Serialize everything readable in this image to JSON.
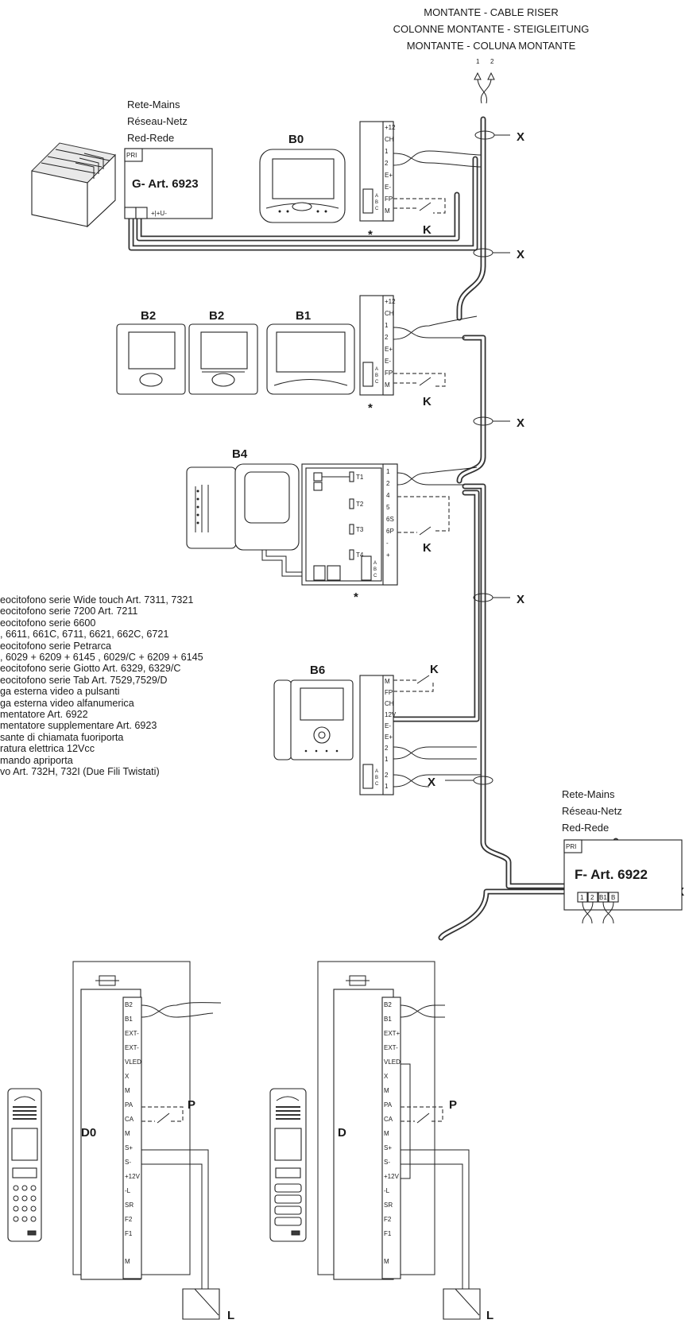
{
  "riser": {
    "title_lines": [
      "MONTANTE - CABLE RISER",
      "COLONNE MONTANTE - STEIGLEITUNG",
      "MONTANTE - COLUNA MONTANTE"
    ],
    "pins": [
      "1",
      "2"
    ]
  },
  "mains_top": [
    "Rete-Mains",
    "Réseau-Netz",
    "Red-Rede"
  ],
  "mains_bottom": [
    "Rete-Mains",
    "Réseau-Netz",
    "Red-Rede"
  ],
  "supply_g": {
    "label": "G- Art. 6923",
    "pri": "PRI",
    "terminals": "+|+U-"
  },
  "supply_f": {
    "label": "F- Art. 6922",
    "pri": "PRI",
    "terminals": [
      "1",
      "2",
      "B1",
      "B"
    ]
  },
  "devices": {
    "b0": "B0",
    "b1": "B1",
    "b2": "B2",
    "b4": "B4",
    "b6": "B6",
    "d0": "D0",
    "d": "D"
  },
  "markers": {
    "x": "X",
    "k": "K",
    "p": "P",
    "l": "L",
    "star": "*"
  },
  "blocks": {
    "b0_terminals": [
      "+12",
      "CH",
      "1",
      "2",
      "E+",
      "E-",
      "FP",
      "M"
    ],
    "b1_terminals": [
      "+12",
      "CH",
      "1",
      "2",
      "E+",
      "E-",
      "FP",
      "M"
    ],
    "b4_right": [
      "1",
      "2",
      "4",
      "5",
      "6S",
      "6P",
      "-",
      "+"
    ],
    "b4_left": [
      "T1",
      "T2",
      "T3",
      "T4"
    ],
    "b6_terminals": [
      "M",
      "FP",
      "CH",
      "12V",
      "E-",
      "E+",
      "2",
      "1",
      "2",
      "1"
    ],
    "d0_terminals": [
      "B2",
      "B1",
      "EXT-",
      "EXT-",
      "VLED",
      "X",
      "M",
      "PA",
      "CA",
      "M",
      "S+",
      "S-",
      "+12V",
      "-L",
      "SR",
      "F2",
      "F1",
      "M"
    ],
    "d_terminals": [
      "B2",
      "B1",
      "EXT+",
      "EXT-",
      "VLED",
      "X",
      "M",
      "PA",
      "CA",
      "M",
      "S+",
      "S-",
      "+12V",
      "-L",
      "SR",
      "F2",
      "F1",
      "M"
    ],
    "abc": [
      "A",
      "B",
      "C"
    ]
  },
  "legend": [
    "eocitofono serie Wide touch Art. 7311, 7321",
    "eocitofono serie 7200 Art. 7211",
    "eocitofono serie 6600",
    ", 6611, 661C, 6711, 6621, 662C, 6721",
    "eocitofono serie Petrarca",
    ", 6029 + 6209 + 6145 , 6029/C + 6209 + 6145",
    "eocitofono serie Giotto Art. 6329, 6329/C",
    "eocitofono serie Tab Art. 7529,7529/D",
    "ga esterna video a pulsanti",
    "ga esterna video alfanumerica",
    "mentatore Art. 6922",
    "mentatore supplementare Art. 6923",
    "sante di chiamata fuoriporta",
    "ratura elettrica 12Vcc",
    "mando apriporta",
    "vo Art. 732H, 732I (Due Fili Twistati)"
  ]
}
